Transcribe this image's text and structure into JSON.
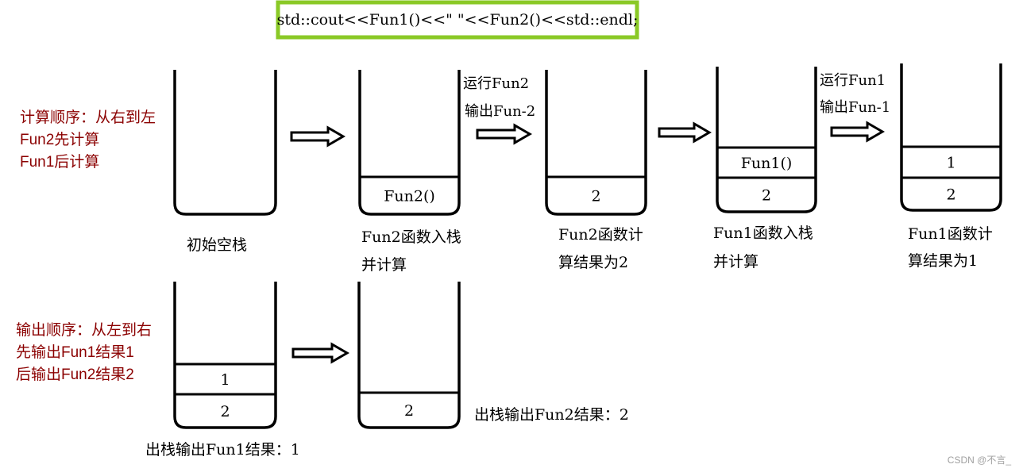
{
  "code": "std::cout<<Fun1()<<\" \"<<Fun2()<<std::endl;",
  "colors": {
    "code_border": "#8ac926",
    "note_text": "#8b0000",
    "ink": "#000000",
    "watermark": "#a0a0a0"
  },
  "notes": {
    "calc": [
      "计算顺序：从右到左",
      "Fun2先计算",
      "Fun1后计算"
    ],
    "output": [
      "输出顺序：从左到右",
      "先输出Fun1结果1",
      "后输出Fun2结果2"
    ]
  },
  "arrow_labels": {
    "a2": [
      "运行Fun2",
      "输出Fun-2"
    ],
    "a4": [
      "运行Fun1",
      "输出Fun-1"
    ]
  },
  "stacks": [
    {
      "cells": [],
      "caption": [
        "初始空栈"
      ]
    },
    {
      "cells": [
        "Fun2()"
      ],
      "caption": [
        "Fun2函数入栈",
        "并计算"
      ]
    },
    {
      "cells": [
        "2"
      ],
      "caption": [
        "Fun2函数计",
        "算结果为2"
      ]
    },
    {
      "cells": [
        "2",
        "Fun1()"
      ],
      "caption": [
        "Fun1函数入栈",
        "并计算"
      ]
    },
    {
      "cells": [
        "2",
        "1"
      ],
      "caption": [
        "Fun1函数计",
        "算结果为1"
      ]
    },
    {
      "cells": [
        "2",
        "1"
      ],
      "caption": [
        "出栈输出Fun1结果：1"
      ]
    },
    {
      "cells": [
        "2"
      ],
      "caption": [
        "出栈输出Fun2结果：2"
      ]
    }
  ],
  "watermark": "CSDN @不言_"
}
